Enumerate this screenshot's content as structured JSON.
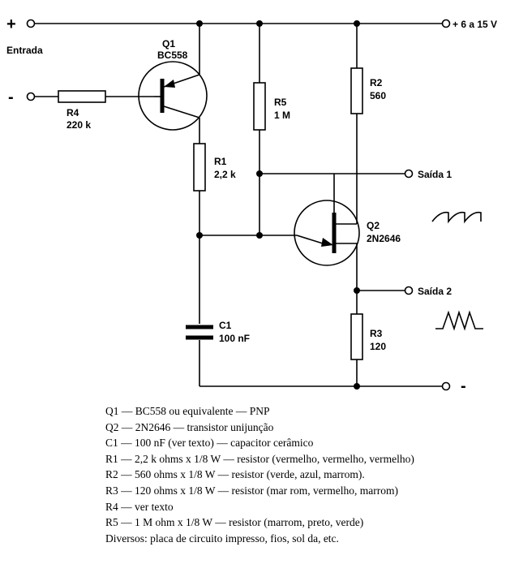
{
  "diagram": {
    "input_plus": "+",
    "input_minus": "-",
    "input_label": "Entrada",
    "supply_label": "+ 6 a 15 V",
    "ground_symbol": "-",
    "q1_ref": "Q1",
    "q1_part": "BC558",
    "q2_ref": "Q2",
    "q2_part": "2N2646",
    "r1_ref": "R1",
    "r1_value": "2,2 k",
    "r2_ref": "R2",
    "r2_value": "560",
    "r3_ref": "R3",
    "r3_value": "120",
    "r4_ref": "R4",
    "r4_value": "220 k",
    "r5_ref": "R5",
    "r5_value": "1 M",
    "c1_ref": "C1",
    "c1_value": "100 nF",
    "output1_label": "Saída 1",
    "output2_label": "Saída 2"
  },
  "parts_list": [
    "Q1 — BC558 ou equivalente — PNP",
    "Q2 — 2N2646 — transistor unijunção",
    "C1 — 100 nF (ver texto) — capacitor cerâmico",
    "R1 — 2,2 k ohms x 1/8 W — resistor (vermelho, vermelho, vermelho)",
    "R2 — 560 ohms x 1/8 W — resistor (verde, azul, marrom).",
    "R3 — 120 ohms x 1/8 W — resistor (mar rom, vermelho, marrom)",
    "R4 — ver texto",
    "R5 — 1 M ohm x 1/8 W — resistor (marrom, preto, verde)",
    "Diversos: placa de circuito impresso, fios, sol da, etc."
  ]
}
